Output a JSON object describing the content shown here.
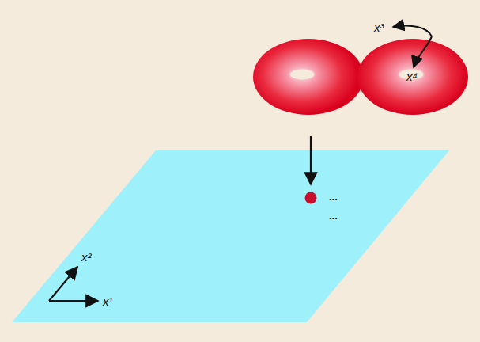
{
  "diagram": {
    "labels": [
      "x³",
      "x⁴",
      "x²",
      "x¹",
      "...",
      "..."
    ]
  }
}
